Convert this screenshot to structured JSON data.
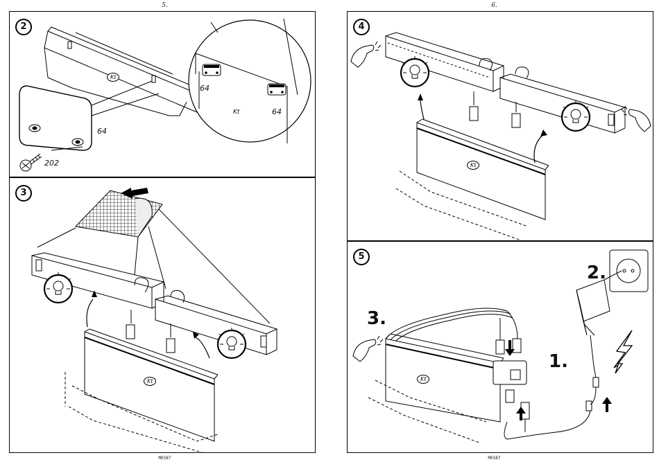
{
  "pages": [
    {
      "number": "5.",
      "footer": "ME587"
    },
    {
      "number": "6.",
      "footer": "ME587"
    }
  ],
  "steps": {
    "step2": {
      "badge": "2",
      "part_plate": "64",
      "part_screw": "202",
      "panel_mark": "Kt",
      "zoom_part_left": "64",
      "zoom_part_right": "64",
      "zoom_mark": "Kt"
    },
    "step3": {
      "badge": "3",
      "panel_mark": "Kt"
    },
    "step4": {
      "badge": "4",
      "panel_mark": "Kt"
    },
    "step5": {
      "badge": "5",
      "panel_mark": "Kt",
      "seq_1": "1.",
      "seq_2": "2.",
      "seq_3": "3."
    }
  },
  "icons": [
    "lightbulb-icon",
    "hand-touch-icon",
    "arrow-up-icon",
    "arrow-down-icon",
    "lightning-icon",
    "screw-icon"
  ]
}
